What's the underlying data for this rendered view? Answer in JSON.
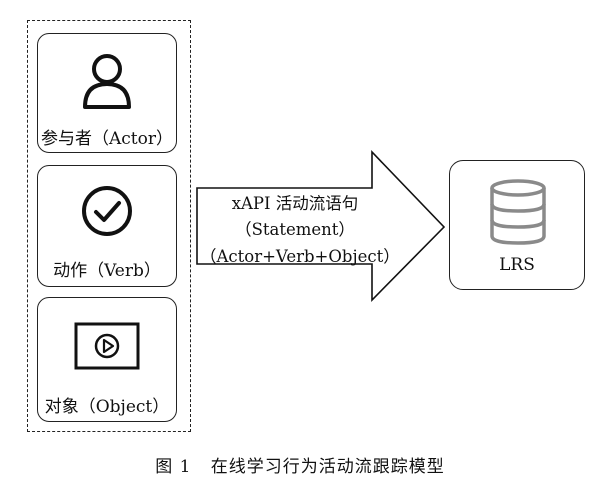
{
  "components": {
    "actor_label": "参与者（Actor）",
    "verb_label": "动作（Verb）",
    "object_label": "对象（Object）",
    "actor_icon": "person-icon",
    "verb_icon": "check-circle-icon",
    "object_icon": "video-play-icon"
  },
  "arrow": {
    "line1": "xAPI 活动流语句",
    "line2": "（Statement）",
    "line3": "（Actor+Verb+Object）"
  },
  "lrs": {
    "label": "LRS",
    "icon": "database-icon"
  },
  "caption": "图 1   在线学习行为活动流跟踪模型"
}
